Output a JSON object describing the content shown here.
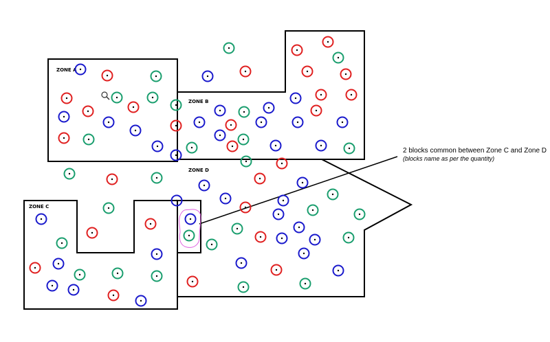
{
  "zones": [
    {
      "id": "zone-a",
      "label": "ZONE A"
    },
    {
      "id": "zone-b",
      "label": "ZONE B"
    },
    {
      "id": "zone-c",
      "label": "ZONE C"
    },
    {
      "id": "zone-d",
      "label": "ZONE D"
    }
  ],
  "callout": {
    "line1": "2 blocks common between Zone C and Zone D",
    "line2": "(blocks name as per the quantity)"
  },
  "colors": {
    "red": "#e02020",
    "blue": "#1a1acc",
    "green": "#1a9e6e",
    "highlight": "#e060e0",
    "outline": "#000000"
  },
  "icons": {
    "magnifier": "magnifier-icon"
  }
}
